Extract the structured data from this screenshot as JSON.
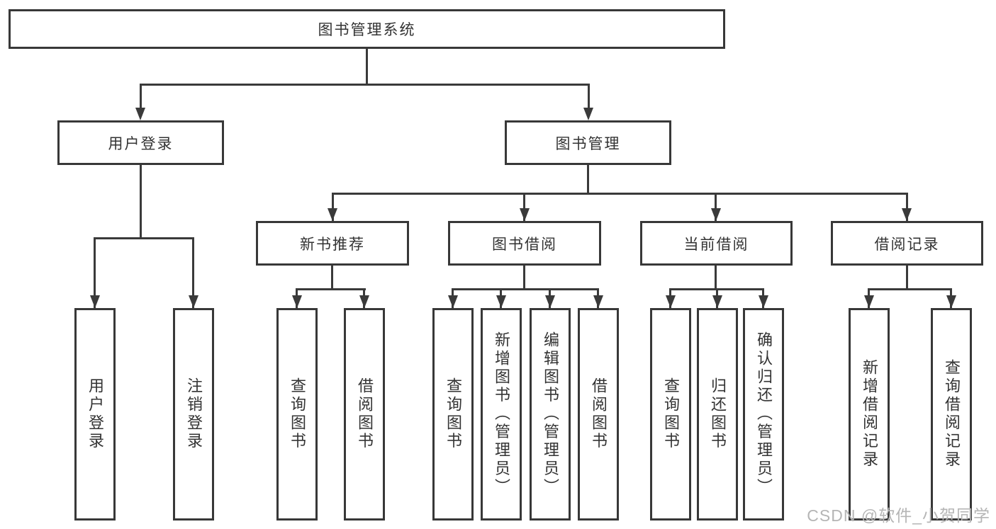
{
  "diagram": {
    "type": "hierarchy-tree",
    "nodes": {
      "root": {
        "label": "图书管理系统"
      },
      "level2": [
        {
          "label": "用户登录"
        },
        {
          "label": "图书管理"
        }
      ],
      "level3": [
        {
          "label": "新书推荐"
        },
        {
          "label": "图书借阅"
        },
        {
          "label": "当前借阅"
        },
        {
          "label": "借阅记录"
        }
      ],
      "leaves": {
        "login": [
          {
            "label": "用户登录"
          },
          {
            "label": "注销登录"
          }
        ],
        "new_books": [
          {
            "label": "查询图书"
          },
          {
            "label": "借阅图书"
          }
        ],
        "book_borrow": [
          {
            "label": "查询图书"
          },
          {
            "label": "新增图书（管理员）"
          },
          {
            "label": "编辑图书（管理员）"
          },
          {
            "label": "借阅图书"
          }
        ],
        "current_borrow": [
          {
            "label": "查询图书"
          },
          {
            "label": "归还图书"
          },
          {
            "label": "确认归还（管理员）"
          }
        ],
        "borrow_records": [
          {
            "label": "新增借阅记录"
          },
          {
            "label": "查询借阅记录"
          }
        ]
      }
    },
    "colors": {
      "line": "#3a3a3a",
      "border": "#383838",
      "text": "#333333",
      "background": "#ffffff",
      "watermark": "#b5b5b5"
    }
  },
  "watermark": {
    "text": "CSDN @软件_小贺同学"
  }
}
